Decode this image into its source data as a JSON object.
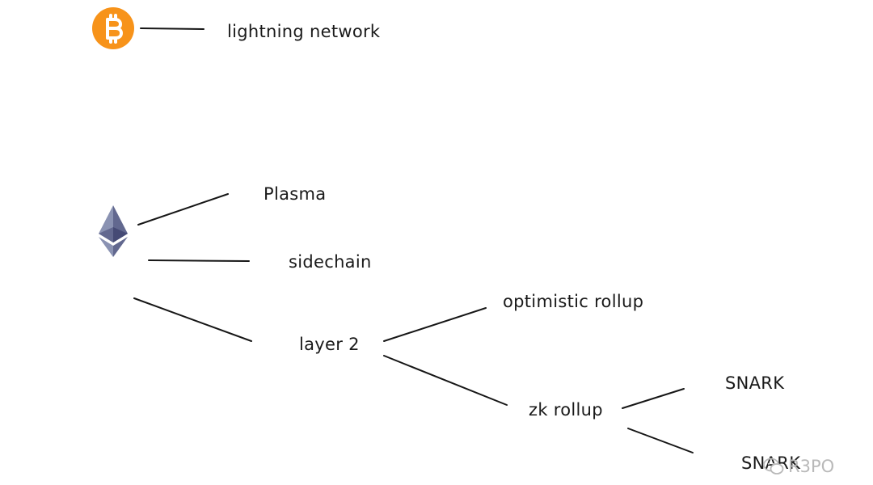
{
  "nodes": {
    "lightning_network": "lightning network",
    "plasma": "Plasma",
    "sidechain": "sidechain",
    "layer2": "layer 2",
    "optimistic_rollup": "optimistic rollup",
    "zk_rollup": "zk rollup",
    "snark_1": "SNARK",
    "snark_2": "SNARK"
  },
  "watermark": {
    "text": "R3PO"
  },
  "colors": {
    "bitcoin": "#f7931a",
    "ethereum_dark": "#3c3c3d",
    "ethereum_mid": "#8a92b2",
    "ethereum_light": "#62688f",
    "line": "#161616",
    "watermark": "#b9b9b9"
  },
  "icons": {
    "bitcoin": "bitcoin-logo-icon",
    "ethereum": "ethereum-logo-icon",
    "watermark": "wechat-icon"
  }
}
